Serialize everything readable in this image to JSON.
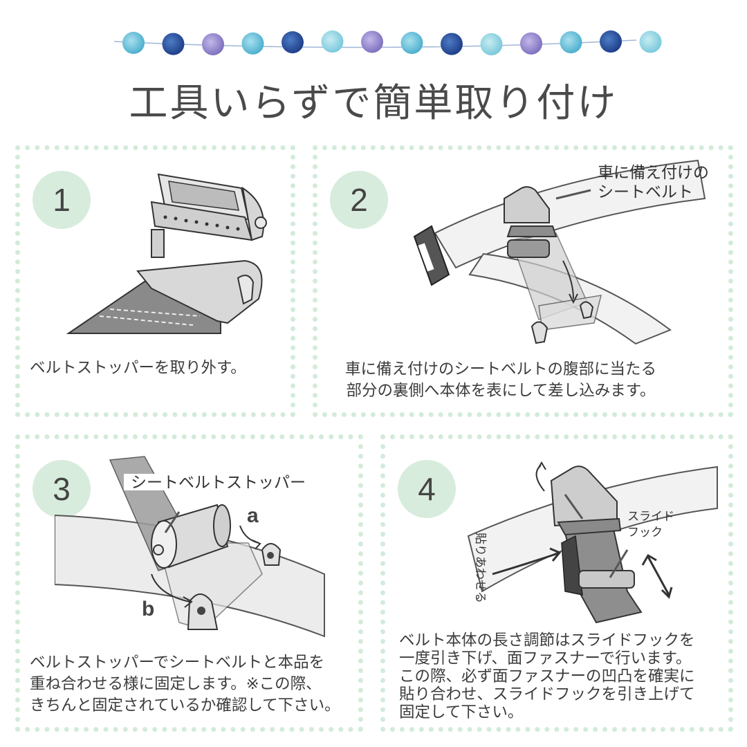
{
  "title": "工具いらずで簡単取り付け",
  "colors": {
    "panel_border": "#d3ebd9",
    "badge_fill": "#d7ecdd",
    "garland_blue": "#2e5aa8",
    "garland_sky": "#6cc0d8",
    "garland_purple": "#9a8ed0"
  },
  "steps": [
    {
      "number": "1",
      "caption_lines": [
        "ベルトストッパーを取り外す。"
      ]
    },
    {
      "number": "2",
      "label_lines": [
        "車に備え付けの",
        "シートベルト"
      ],
      "caption_lines": [
        "車に備え付けのシートベルトの腹部に当たる",
        "部分の裏側へ本体を表にして差し込みます。"
      ]
    },
    {
      "number": "3",
      "label": "シートベルトストッパー",
      "marker_a": "a",
      "marker_b": "b",
      "caption_lines": [
        "ベルトストッパーでシートベルトと本品を",
        "重ね合わせる様に固定します。※この際、",
        "きちんと固定されているか確認して下さい。"
      ]
    },
    {
      "number": "4",
      "label_slide": [
        "スライド",
        "フック"
      ],
      "label_attach": "貼りあわせる",
      "caption_lines": [
        "ベルト本体の長さ調節はスライドフックを",
        "一度引き下げ、面ファスナーで行います。",
        "この際、必ず面ファスナーの凹凸を確実に",
        "貼り合わせ、スライドフックを引き上げて",
        "固定して下さい。"
      ]
    }
  ]
}
